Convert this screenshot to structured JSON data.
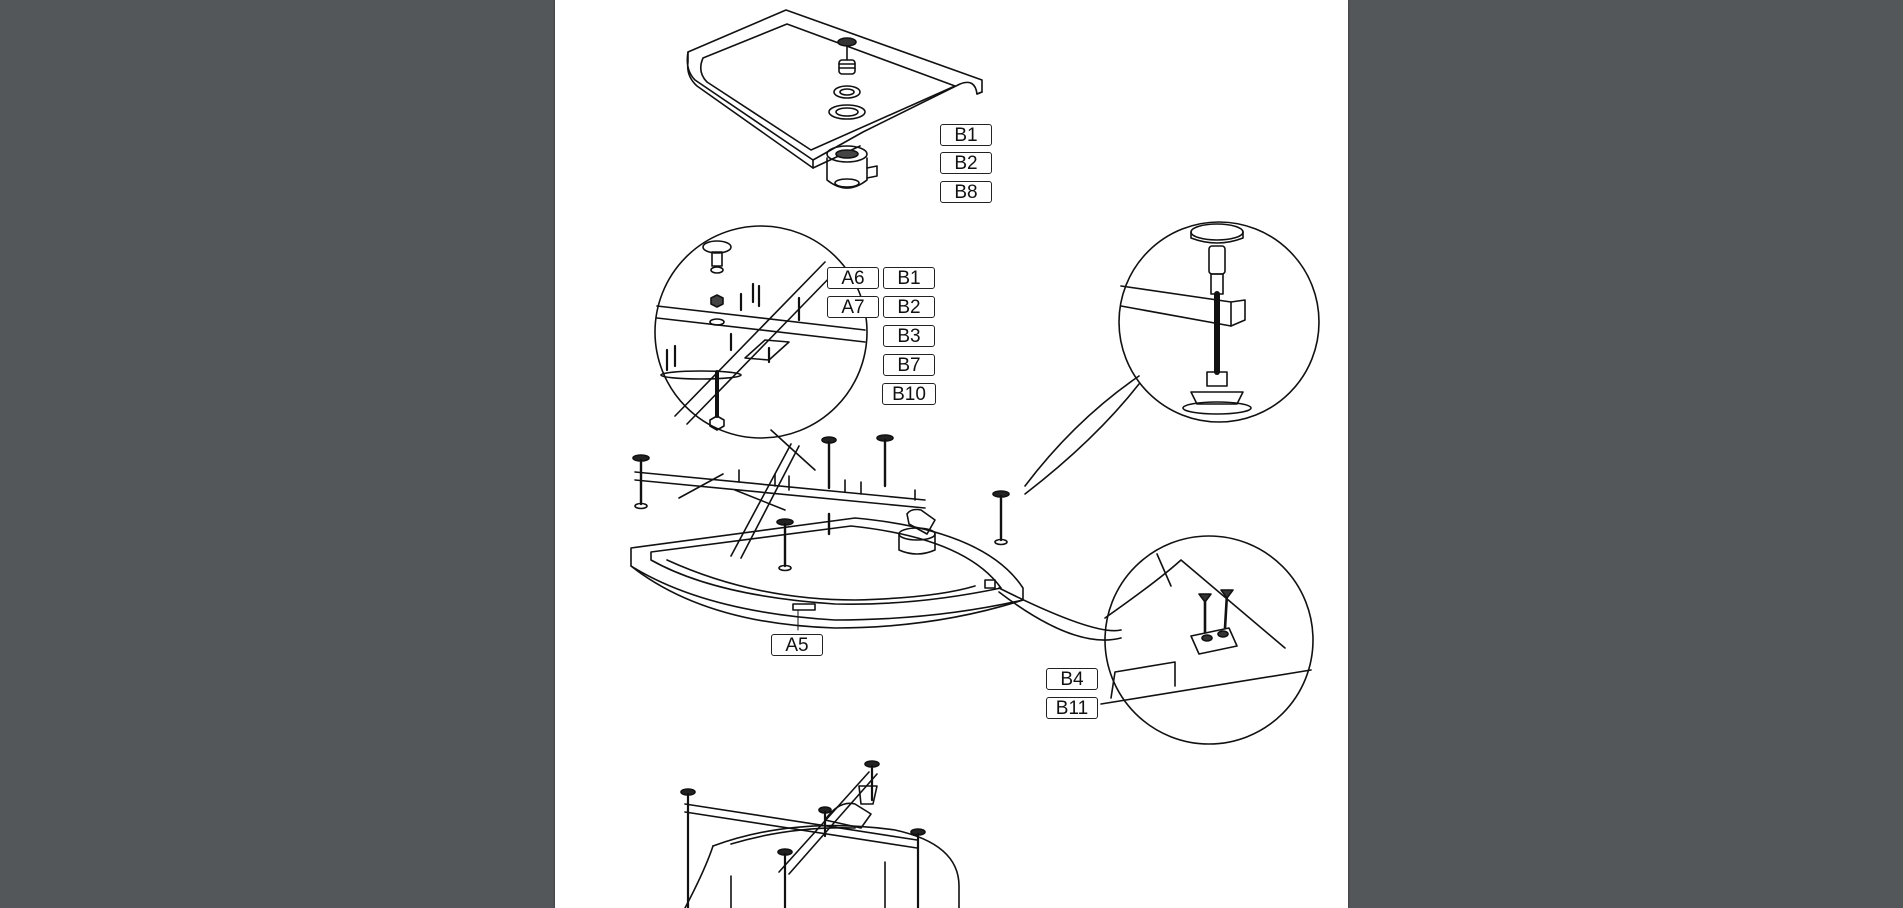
{
  "document": {
    "background_color": "#53575a",
    "page_color": "#ffffff",
    "figure": "assembly-diagram"
  },
  "labels": {
    "top_right": [
      "B1",
      "B2",
      "B8"
    ],
    "left_column": [
      "A6",
      "A7"
    ],
    "center_column": [
      "B1",
      "B2",
      "B3",
      "B7",
      "B10"
    ],
    "base": "A5",
    "bottom_right": [
      "B4",
      "B11"
    ]
  }
}
